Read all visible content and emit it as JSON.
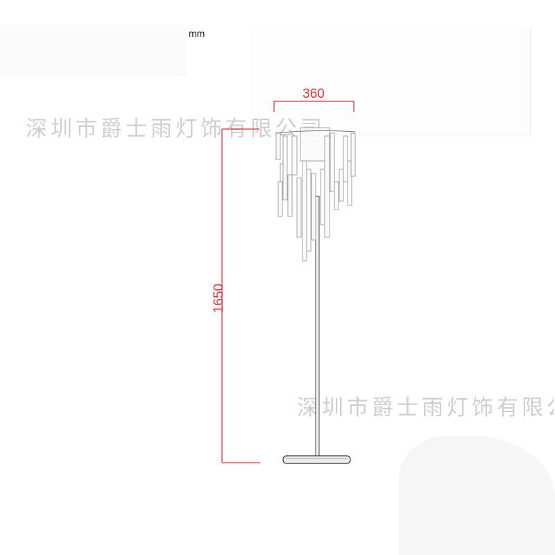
{
  "unit_label": "mm",
  "dimensions": {
    "width": "360",
    "height": "1650",
    "color": "#e2343c"
  },
  "watermark": {
    "top": "深圳市爵士雨灯饰有限公司",
    "bottom": "深圳市爵士雨灯饰有限公"
  }
}
